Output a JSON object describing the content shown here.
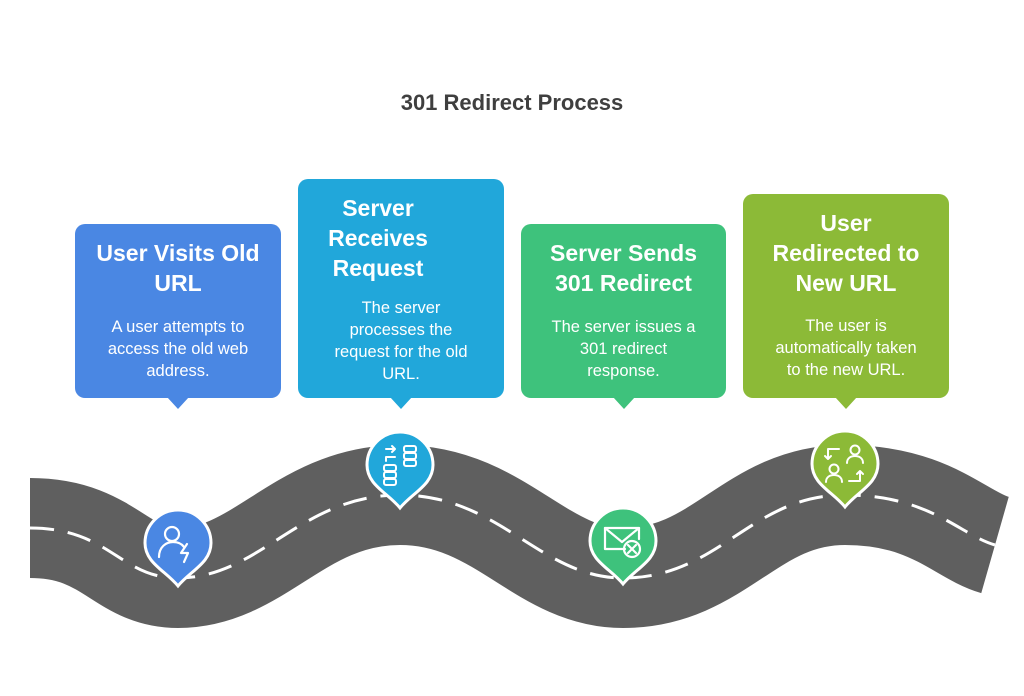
{
  "title": "301 Redirect Process",
  "steps": [
    {
      "title": "User Visits Old\nURL",
      "description": "A user attempts to\naccess the old web\naddress.",
      "color": "#4a87e3",
      "icon": "user-lightning-icon"
    },
    {
      "title": "Server\nReceives\nRequest",
      "description": "The server\nprocesses the\nrequest for the old\nURL.",
      "color": "#21a7da",
      "icon": "server-exchange-icon"
    },
    {
      "title": "Server Sends\n301 Redirect",
      "description": "The server issues a\n301 redirect\nresponse.",
      "color": "#3ec27c",
      "icon": "mail-x-icon"
    },
    {
      "title": "User\nRedirected to\nNew URL",
      "description": "The user is\nautomatically taken\nto the new URL.",
      "color": "#8cba37",
      "icon": "users-exchange-icon"
    }
  ],
  "road_color": "#5f5f5f"
}
